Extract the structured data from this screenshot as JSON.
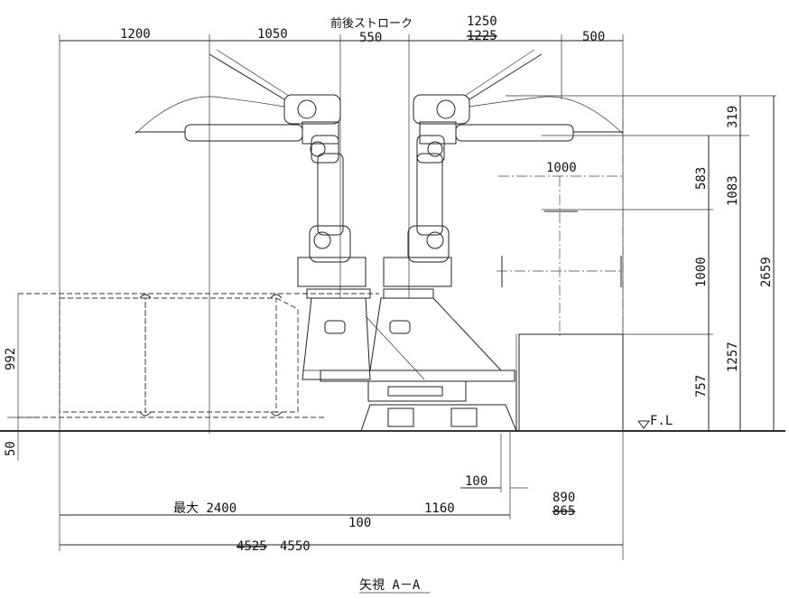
{
  "title": "前後ストローク",
  "caption": "矢視 A－A",
  "floor_label": "F.L",
  "top_dims": {
    "d1": "1200",
    "d2": "1050",
    "d3": "550",
    "d4": "1250",
    "d4_old": "1225",
    "d5": "500"
  },
  "right_dims": {
    "r1": "319",
    "r2": "583",
    "r3": "1083",
    "r4": "1000",
    "r5": "1257",
    "r6": "757",
    "r7": "2659"
  },
  "left_dims": {
    "l1": "992",
    "l2": "50"
  },
  "bottom_dims": {
    "max_2400": "最大 2400",
    "d1160": "1160",
    "d100a": "100",
    "d100b": "100",
    "d890": "890",
    "d865": "865",
    "total_old": "4525",
    "total": "4550"
  },
  "inner_dims": {
    "w1000": "1000"
  }
}
